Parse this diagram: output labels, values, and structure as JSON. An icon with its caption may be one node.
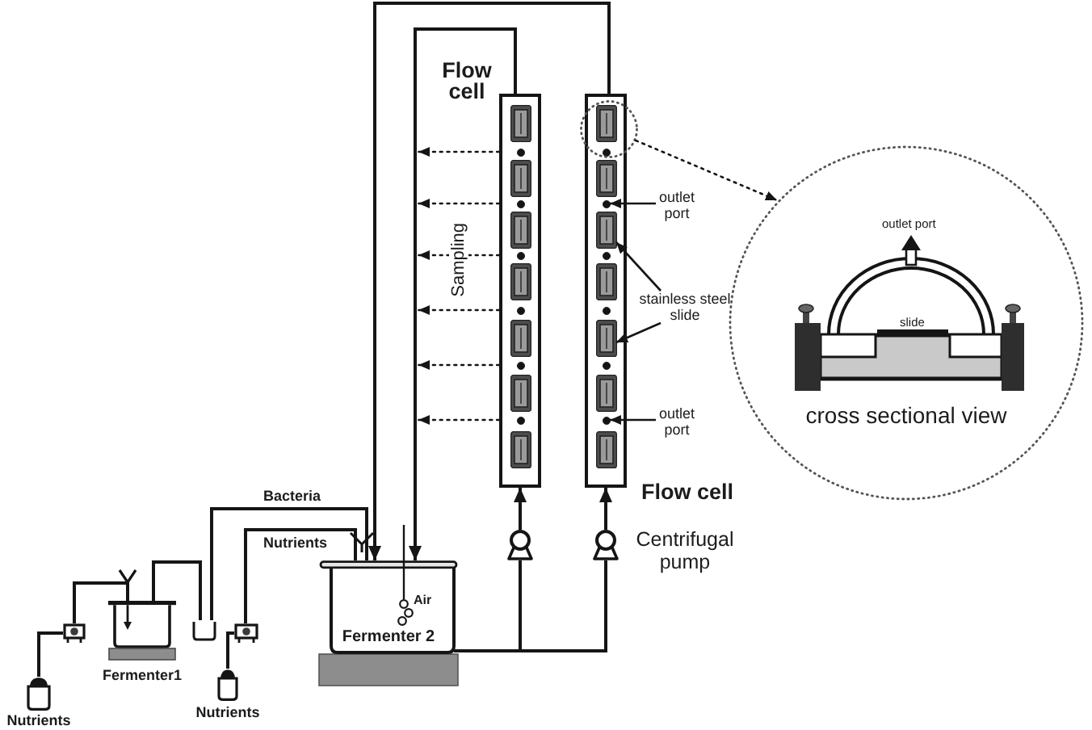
{
  "diagram": {
    "nodes": [
      {
        "text": [
          "Nutrients"
        ]
      },
      {
        "text": [],
        "shape": "box"
      },
      {
        "text": [
          "Fermenter1"
        ]
      },
      {
        "text": [],
        "shape": "beaker"
      },
      {
        "text": [
          "Nutrients"
        ]
      },
      {
        "text": [],
        "shape": "box"
      },
      {
        "text": [
          "Air",
          "Fermenter 2"
        ]
      },
      {
        "text": [],
        "shape": "circle"
      },
      {
        "text": [],
        "shape": "circle",
        "beside": [
          "Centrifugal pump"
        ]
      },
      {
        "text": [
          "Flow cell"
        ]
      },
      {
        "text": [
          "Flow cell"
        ]
      },
      {
        "text": [
          "outlet port"
        ]
      },
      {
        "text": [
          "stainless steel slide"
        ]
      },
      {
        "text": [
          "outlet port"
        ]
      },
      {
        "text": [],
        "shape": "circle"
      },
      {
        "text": [
          "cross sectional view"
        ]
      },
      {
        "text": [],
        "shape": "circle",
        "in": 10
      },
      {
        "text": [],
        "shape": "box",
        "in": 10
      },
      {
        "text": [],
        "shape": "box",
        "in": 10
      },
      {
        "text": [],
        "shape": "circle",
        "in": 10
      }
    ],
    "edges": [
      {
        "from": 0,
        "to": 1,
        "arrow": "none"
      },
      {
        "from": 1,
        "to": 2,
        "arrow": "none"
      },
      {
        "from": 2,
        "to": 3,
        "arrow": "none"
      },
      {
        "from": 3,
        "to": 6,
        "arrow": "none",
        "label": "Bacteria"
      },
      {
        "from": 4,
        "to": 5,
        "arrow": "none"
      },
      {
        "from": 5,
        "to": 6,
        "arrow": "none",
        "label": "Nutrients"
      },
      {
        "from": 6,
        "to": 7,
        "arrow": "none"
      },
      {
        "from": 6,
        "to": 8,
        "arrow": "none"
      },
      {
        "from": 7,
        "to": 9,
        "arrow": "to"
      },
      {
        "from": 8,
        "to": 10,
        "arrow": "to"
      },
      {
        "from": 9,
        "to": 6,
        "arrow": "to"
      },
      {
        "from": 10,
        "to": 6,
        "arrow": "to"
      },
      {
        "from": 9,
        "to": null,
        "arrow": "to",
        "style": "dashed"
      },
      {
        "from": 9,
        "to": null,
        "arrow": "to",
        "style": "dashed"
      },
      {
        "from": 9,
        "to": null,
        "arrow": "to",
        "style": "dashed"
      },
      {
        "from": 9,
        "to": null,
        "arrow": "to",
        "style": "dashed"
      },
      {
        "from": 9,
        "to": null,
        "arrow": "to",
        "style": "dashed"
      },
      {
        "from": 9,
        "to": null,
        "arrow": "to",
        "style": "dashed"
      },
      {
        "from": 11,
        "to": 16,
        "arrow": "to"
      },
      {
        "from": 12,
        "to": 17,
        "arrow": "to"
      },
      {
        "from": 12,
        "to": 18,
        "arrow": "to"
      },
      {
        "from": 13,
        "to": 19,
        "arrow": "to"
      },
      {
        "from": 14,
        "to": 15,
        "arrow": "to",
        "style": "dashed"
      }
    ],
    "labels": [
      "Sampling",
      "outlet port",
      "slide"
    ]
  }
}
